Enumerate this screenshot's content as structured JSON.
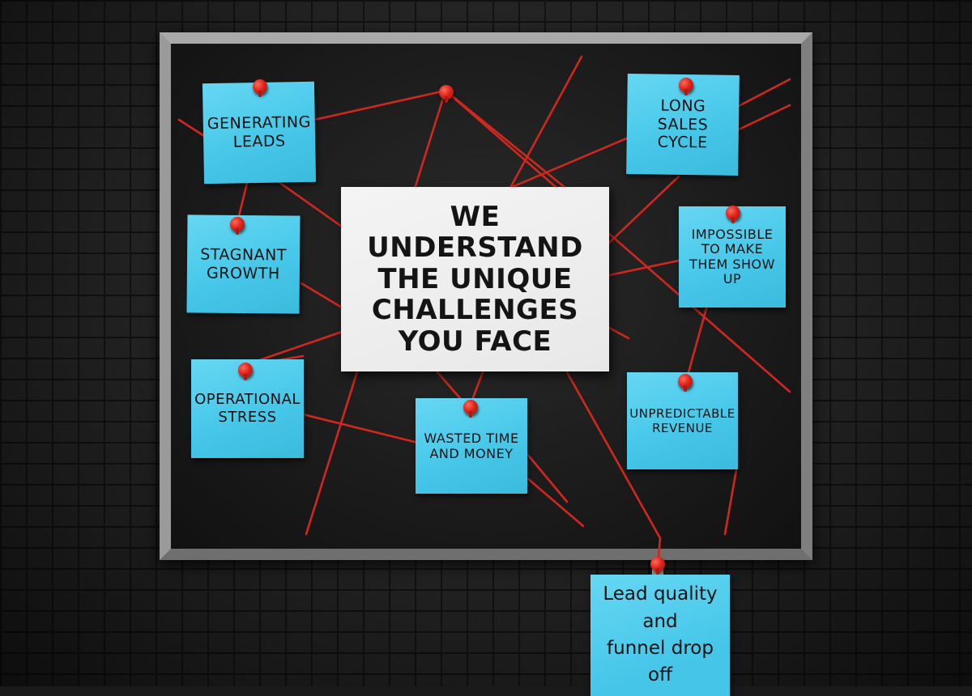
{
  "headline": "WE UNDERSTAND\nTHE UNIQUE\nCHALLENGES\nYOU FACE",
  "notes": [
    {
      "label": "GENERATING\nLEADS"
    },
    {
      "label": "STAGNANT\nGROWTH"
    },
    {
      "label": "OPERATIONAL\nSTRESS"
    },
    {
      "label": "WASTED TIME\nAND MONEY"
    },
    {
      "label": "LONG\nSALES\nCYCLE"
    },
    {
      "label": "IMPOSSIBLE\nTO MAKE\nTHEM SHOW\nUP"
    },
    {
      "label": "UNPREDICTABLE\nREVENUE"
    }
  ],
  "hanging_note": {
    "label": "Lead quality\nand\nfunnel drop off"
  },
  "colors": {
    "note": "#45c6e8",
    "string": "#d0281f",
    "pin": "#e0261c",
    "board": "#1b1b1b",
    "frame": "#8d8d8d"
  }
}
